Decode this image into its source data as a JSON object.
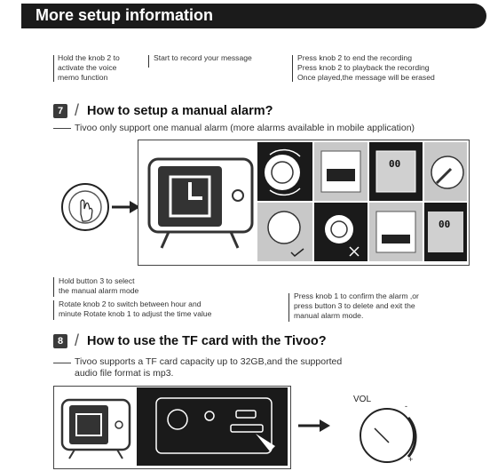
{
  "header": {
    "title": "More setup information"
  },
  "memo": {
    "note1": "Hold the knob 2 to\nactivate the voice\nmemo function",
    "note2": "Start to record your message",
    "note3": "Press knob 2 to end the recording\nPress knob 2 to playback the recording\nOnce played,the message will be erased"
  },
  "alarm": {
    "number": "7",
    "title": "How to setup a manual alarm?",
    "subtitle": "Tivoo only support one manual alarm (more alarms available in mobile application)",
    "note1": "Hold button 3 to select\nthe manual alarm mode",
    "note2": "Rotate knob 2 to switch between hour and\nminute Rotate knob 1 to adjust the time value",
    "note3": "Press knob 1 to confirm the alarm ,or\npress button 3 to delete and exit the\nmanual alarm mode.",
    "tile_text_a": "00",
    "tile_text_b": "00"
  },
  "tf": {
    "number": "8",
    "title": "How to use the TF card with the Tivoo?",
    "subtitle": "Tivoo supports a TF card capacity up to 32GB,and the supported\naudio file format is mp3.",
    "vol_label": "VOL",
    "minus": "-",
    "plus": "+"
  }
}
